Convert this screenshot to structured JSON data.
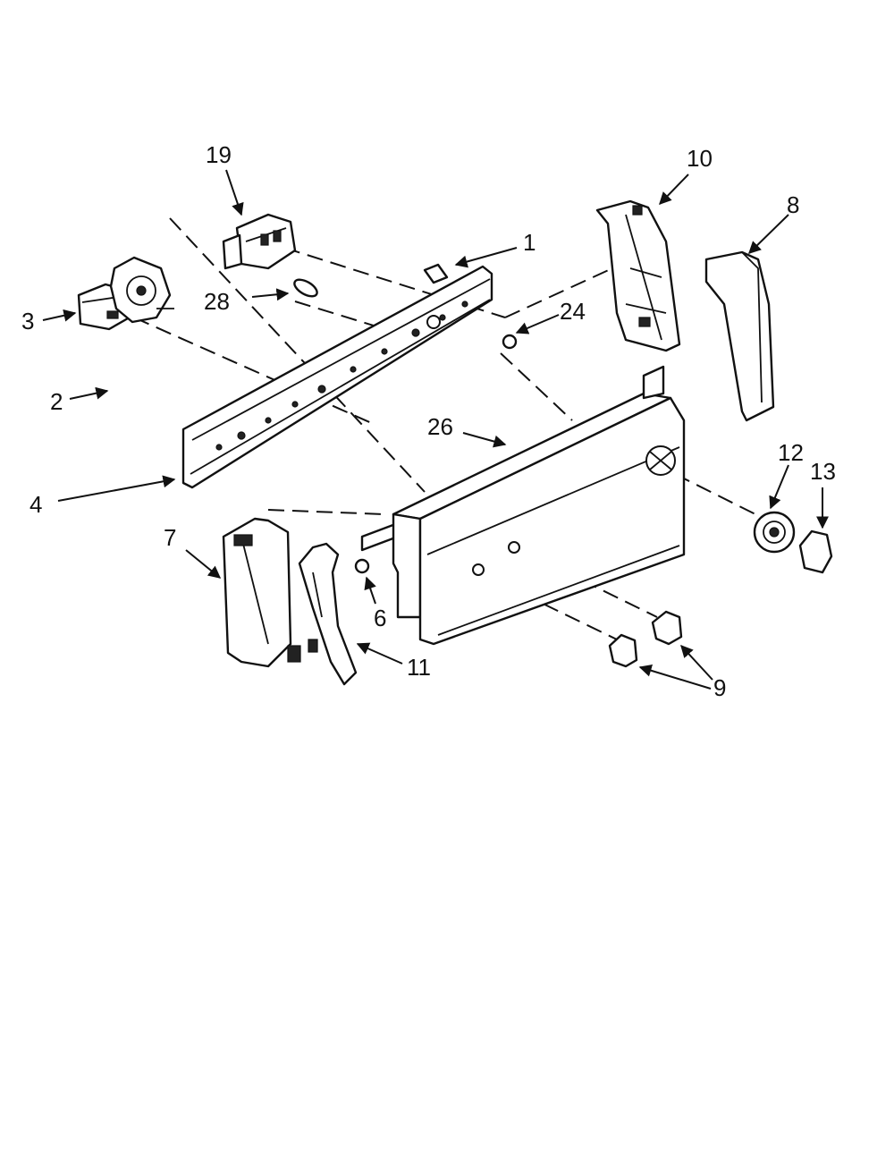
{
  "labels": {
    "l1": "1",
    "l2": "2",
    "l3": "3",
    "l4": "4",
    "l6": "6",
    "l7": "7",
    "l8": "8",
    "l9": "9",
    "l10": "10",
    "l11": "11",
    "l12": "12",
    "l13": "13",
    "l19": "19",
    "l24": "24",
    "l26": "26",
    "l28": "28"
  }
}
